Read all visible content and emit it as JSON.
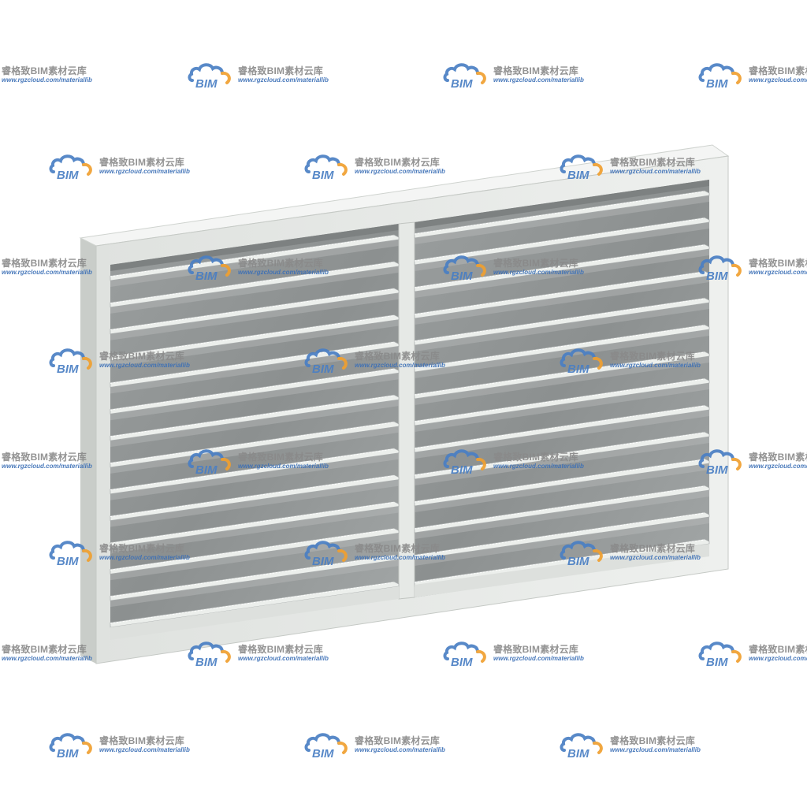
{
  "image": {
    "subject": "louver-window-render",
    "colors": {
      "background": "#ffffff",
      "frame": "#e8ebe8",
      "frame_shadow": "#c9cdc9",
      "frame_edge": "#f6f7f6",
      "glass": "#8f9393",
      "glass_light": "#b7bbbb",
      "slat": "#ecefec",
      "slat_shadow": "#a9adad",
      "watermark_text": "#8a8a8a",
      "watermark_url": "#3b6fb6",
      "logo_blue": "#4a7fc4",
      "logo_orange": "#f0a030"
    },
    "panels": [
      {
        "name": "left-panel",
        "slat_count": 14
      },
      {
        "name": "right-panel",
        "slat_count": 14
      }
    ]
  },
  "watermark": {
    "logo_text": "BIM",
    "title": "睿格致BIM素材云库",
    "url": "www.rgzcloud.com/materiallib",
    "logo_icon": "cloud-bim-logo-icon"
  }
}
